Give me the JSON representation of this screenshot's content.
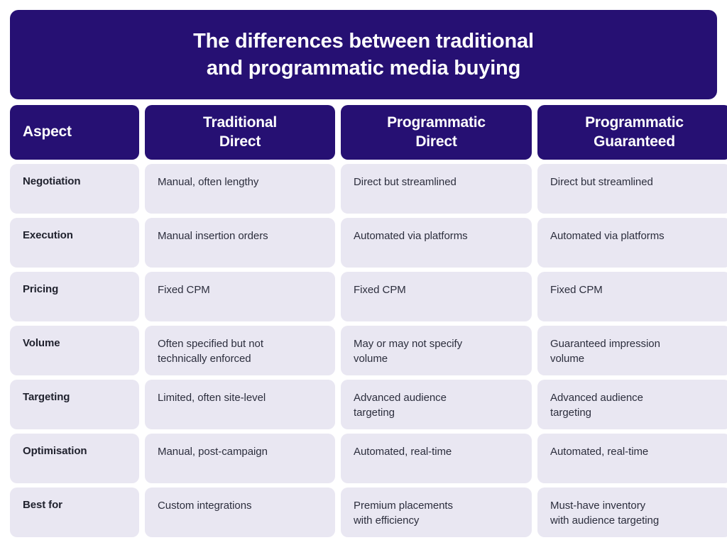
{
  "banner": {
    "title": "The differences between traditional\nand programmatic media buying",
    "background_color": "#261073",
    "text_color": "#ffffff"
  },
  "theme": {
    "accent_color": "#261073",
    "cell_background": "#e9e7f2",
    "body_text_color": "#2c2e3d",
    "page_background": "#ffffff"
  },
  "table": {
    "headers": [
      {
        "label": "Aspect",
        "align": "left"
      },
      {
        "label": "Traditional\nDirect",
        "align": "center"
      },
      {
        "label": "Programmatic\nDirect",
        "align": "center"
      },
      {
        "label": "Programmatic\nGuaranteed",
        "align": "center"
      }
    ],
    "rows": [
      {
        "aspect": "Negotiation",
        "traditional_direct": "Manual, often lengthy",
        "programmatic_direct": "Direct but streamlined",
        "programmatic_guaranteed": "Direct but streamlined"
      },
      {
        "aspect": "Execution",
        "traditional_direct": "Manual insertion orders",
        "programmatic_direct": "Automated via platforms",
        "programmatic_guaranteed": "Automated via platforms"
      },
      {
        "aspect": "Pricing",
        "traditional_direct": "Fixed CPM",
        "programmatic_direct": "Fixed CPM",
        "programmatic_guaranteed": "Fixed CPM"
      },
      {
        "aspect": "Volume",
        "traditional_direct": "Often specified but not\ntechnically enforced",
        "programmatic_direct": "May or may not specify\nvolume",
        "programmatic_guaranteed": "Guaranteed impression\nvolume"
      },
      {
        "aspect": "Targeting",
        "traditional_direct": "Limited, often site-level",
        "programmatic_direct": "Advanced audience\ntargeting",
        "programmatic_guaranteed": "Advanced audience\ntargeting"
      },
      {
        "aspect": "Optimisation",
        "traditional_direct": "Manual, post-campaign",
        "programmatic_direct": "Automated, real-time",
        "programmatic_guaranteed": "Automated, real-time"
      },
      {
        "aspect": "Best for",
        "traditional_direct": "Custom integrations",
        "programmatic_direct": "Premium placements\nwith efficiency",
        "programmatic_guaranteed": "Must-have inventory\nwith audience targeting"
      }
    ]
  }
}
